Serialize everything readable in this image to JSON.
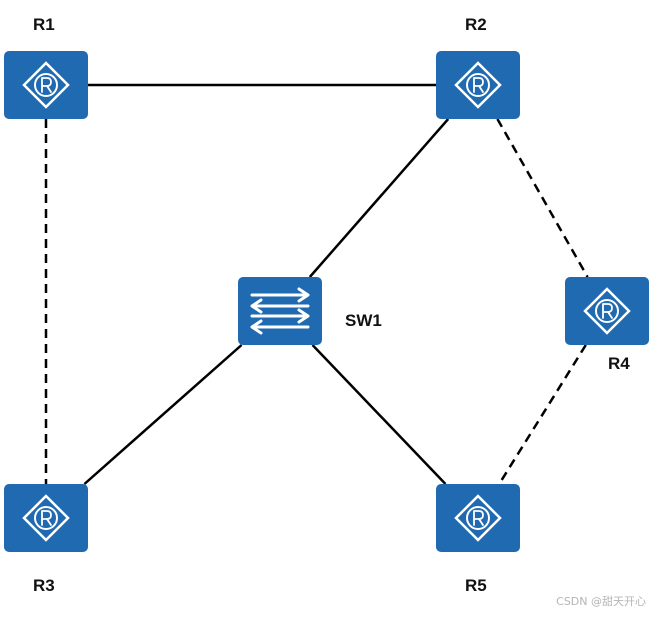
{
  "diagram": {
    "colors": {
      "device_fill": "#1f6ab0",
      "device_stroke": "#ffffff",
      "link": "#000000",
      "label": "#111111",
      "watermark": "#b5b5b5"
    },
    "nodes": {
      "R1": {
        "label": "R1",
        "kind": "router",
        "icon": "router-icon"
      },
      "R2": {
        "label": "R2",
        "kind": "router",
        "icon": "router-icon"
      },
      "R3": {
        "label": "R3",
        "kind": "router",
        "icon": "router-icon"
      },
      "R4": {
        "label": "R4",
        "kind": "router",
        "icon": "router-icon"
      },
      "R5": {
        "label": "R5",
        "kind": "router",
        "icon": "router-icon"
      },
      "SW1": {
        "label": "SW1",
        "kind": "switch",
        "icon": "switch-icon"
      }
    },
    "links": [
      {
        "from": "R1",
        "to": "R2",
        "style": "solid"
      },
      {
        "from": "R1",
        "to": "R3",
        "style": "dashed"
      },
      {
        "from": "R2",
        "to": "SW1",
        "style": "solid"
      },
      {
        "from": "R2",
        "to": "R4",
        "style": "dashed"
      },
      {
        "from": "SW1",
        "to": "R3",
        "style": "solid"
      },
      {
        "from": "SW1",
        "to": "R5",
        "style": "solid"
      },
      {
        "from": "R4",
        "to": "R5",
        "style": "dashed"
      }
    ],
    "watermark": "CSDN @甜天开心"
  }
}
